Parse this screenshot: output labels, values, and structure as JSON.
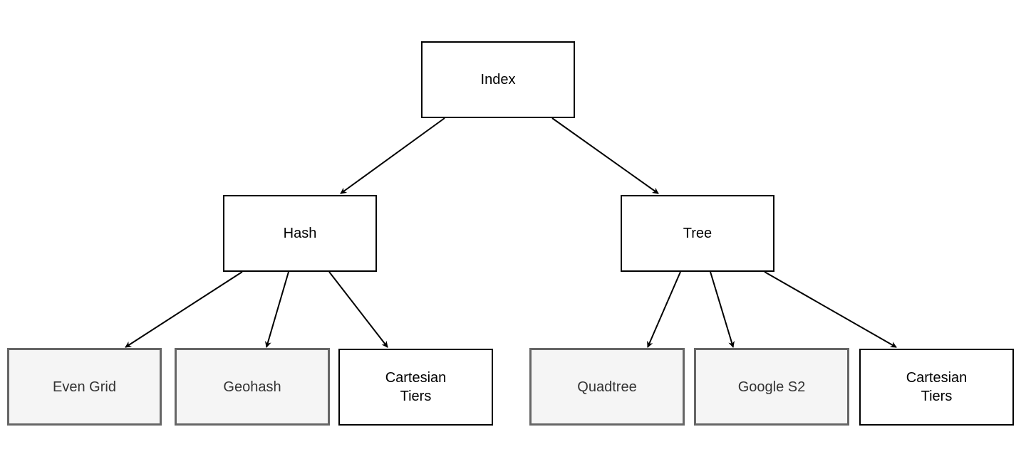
{
  "diagram": {
    "nodes": [
      {
        "id": "index",
        "label": "Index"
      },
      {
        "id": "hash",
        "label": "Hash"
      },
      {
        "id": "tree",
        "label": "Tree"
      },
      {
        "id": "even_grid",
        "label": "Even Grid"
      },
      {
        "id": "geohash",
        "label": "Geohash"
      },
      {
        "id": "cartesian_tiers_hash",
        "label": "Cartesian\nTiers"
      },
      {
        "id": "quadtree",
        "label": "Quadtree"
      },
      {
        "id": "google_s2",
        "label": "Google S2"
      },
      {
        "id": "cartesian_tiers_tree",
        "label": "Cartesian\nTiers"
      }
    ],
    "edges": [
      {
        "from": "index",
        "to": "hash"
      },
      {
        "from": "index",
        "to": "tree"
      },
      {
        "from": "hash",
        "to": "even_grid"
      },
      {
        "from": "hash",
        "to": "geohash"
      },
      {
        "from": "hash",
        "to": "cartesian_tiers_hash"
      },
      {
        "from": "tree",
        "to": "quadtree"
      },
      {
        "from": "tree",
        "to": "google_s2"
      },
      {
        "from": "tree",
        "to": "cartesian_tiers_tree"
      }
    ],
    "colors": {
      "line": "#000000",
      "box_border": "#000000",
      "box_fill": "#ffffff",
      "highlight_border": "#666666",
      "highlight_fill": "#f5f5f5",
      "highlight_text": "#333333"
    }
  }
}
